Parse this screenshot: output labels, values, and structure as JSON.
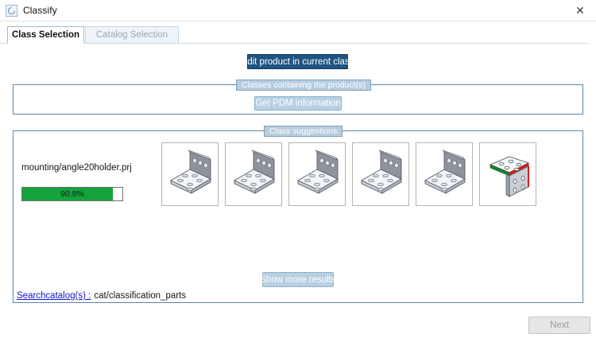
{
  "window": {
    "title": "Classify",
    "icon": "classify-ring-icon",
    "close_label": "✕"
  },
  "tabs": [
    {
      "label": "Class Selection",
      "active": true
    },
    {
      "label": "Catalog Selection",
      "active": false
    }
  ],
  "toolbar": {
    "edit_product_label": "Edit product in current class"
  },
  "groups": {
    "classes": {
      "legend": "Classes containing the product(s)",
      "get_pdm_label": "Get PDM information"
    },
    "suggestions": {
      "legend": "Class suggestions",
      "show_more_label": "Show more results"
    }
  },
  "product": {
    "file_name": "mounting/angle20holder.prj",
    "match_percent_label": "90.8%",
    "match_percent_value": 90.8
  },
  "thumbnails": [
    {
      "name": "angle-bracket-thumbnail-1",
      "highlighted": false
    },
    {
      "name": "angle-bracket-thumbnail-2",
      "highlighted": false
    },
    {
      "name": "angle-bracket-thumbnail-3",
      "highlighted": false
    },
    {
      "name": "angle-bracket-thumbnail-4",
      "highlighted": false
    },
    {
      "name": "angle-bracket-thumbnail-5",
      "highlighted": false
    },
    {
      "name": "angle-bracket-thumbnail-6",
      "highlighted": true
    }
  ],
  "footer": {
    "search_link_label": "Searchcatalog(s) :",
    "catalog_path": "cat/classification_parts",
    "next_label": "Next"
  },
  "colors": {
    "accent_primary": "#1f5582",
    "accent_light": "#b9cfe2",
    "group_border": "#5b88a8",
    "progress_green": "#14a33c",
    "link_blue": "#1414c8",
    "highlight_green": "#1e7d32",
    "highlight_red": "#d21f1f"
  }
}
